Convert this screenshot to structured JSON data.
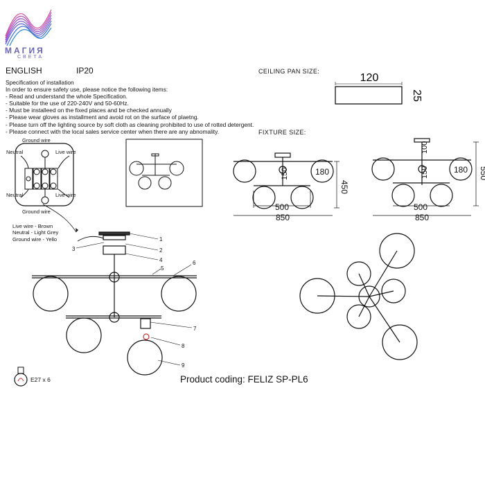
{
  "brand": {
    "logo_word": "МАГИЯ",
    "logo_sub": "СВЕТА",
    "colors": {
      "logo_primary": "#6b66b0",
      "logo_accent": "#d44aa0",
      "logo_blue": "#3b6fd6"
    }
  },
  "header": {
    "language": "ENGLISH",
    "ip_rating": "IP20"
  },
  "spec": {
    "lines": [
      "Specification of installation",
      "In order to ensure safety use, please notice the following items:",
      "- Read and understand the whole Specification.",
      "- Suitable for the use of 220-240V and 50-60Hz.",
      "- Must be installeed on the fixed places and be checked annually",
      "- Please wear gloves as installment and avoid rot on the surface of plaetng.",
      "- Please turn off the lighting source by soft cloth as cleaning prohibited to use of rotted detergent.",
      "- Please connect with the local sales service center when there are any abnomality."
    ]
  },
  "ceiling_pan": {
    "title": "CEILING PAN  SIZE:",
    "width": "120",
    "height": "25"
  },
  "fixture": {
    "title": "FIXTURE SIZE:",
    "left": {
      "globe": "180",
      "stem": "150",
      "height": "450",
      "inner_width": "500",
      "total_width": "850"
    },
    "right": {
      "top": "100",
      "globe": "180",
      "stem": "150",
      "height": "550",
      "inner_width": "500",
      "total_width": "850"
    }
  },
  "wiring": {
    "ground_top": "Ground wire",
    "ground_bottom": "Ground wire",
    "neutral_top": "Neutral",
    "neutral_bottom": "Neutral",
    "live_top": "Live wire",
    "live_bottom": "Live wire",
    "legend": [
      "Live wire - Brown",
      "Neutral - Light Grey",
      "Ground wire - Yello"
    ]
  },
  "parts": {
    "labels": [
      "1",
      "2",
      "3",
      "4",
      "5",
      "6",
      "7",
      "8",
      "9"
    ]
  },
  "lamp": {
    "count_label": "E27 x 6"
  },
  "product": {
    "coding": "Product coding: FELIZ SP-PL6"
  }
}
